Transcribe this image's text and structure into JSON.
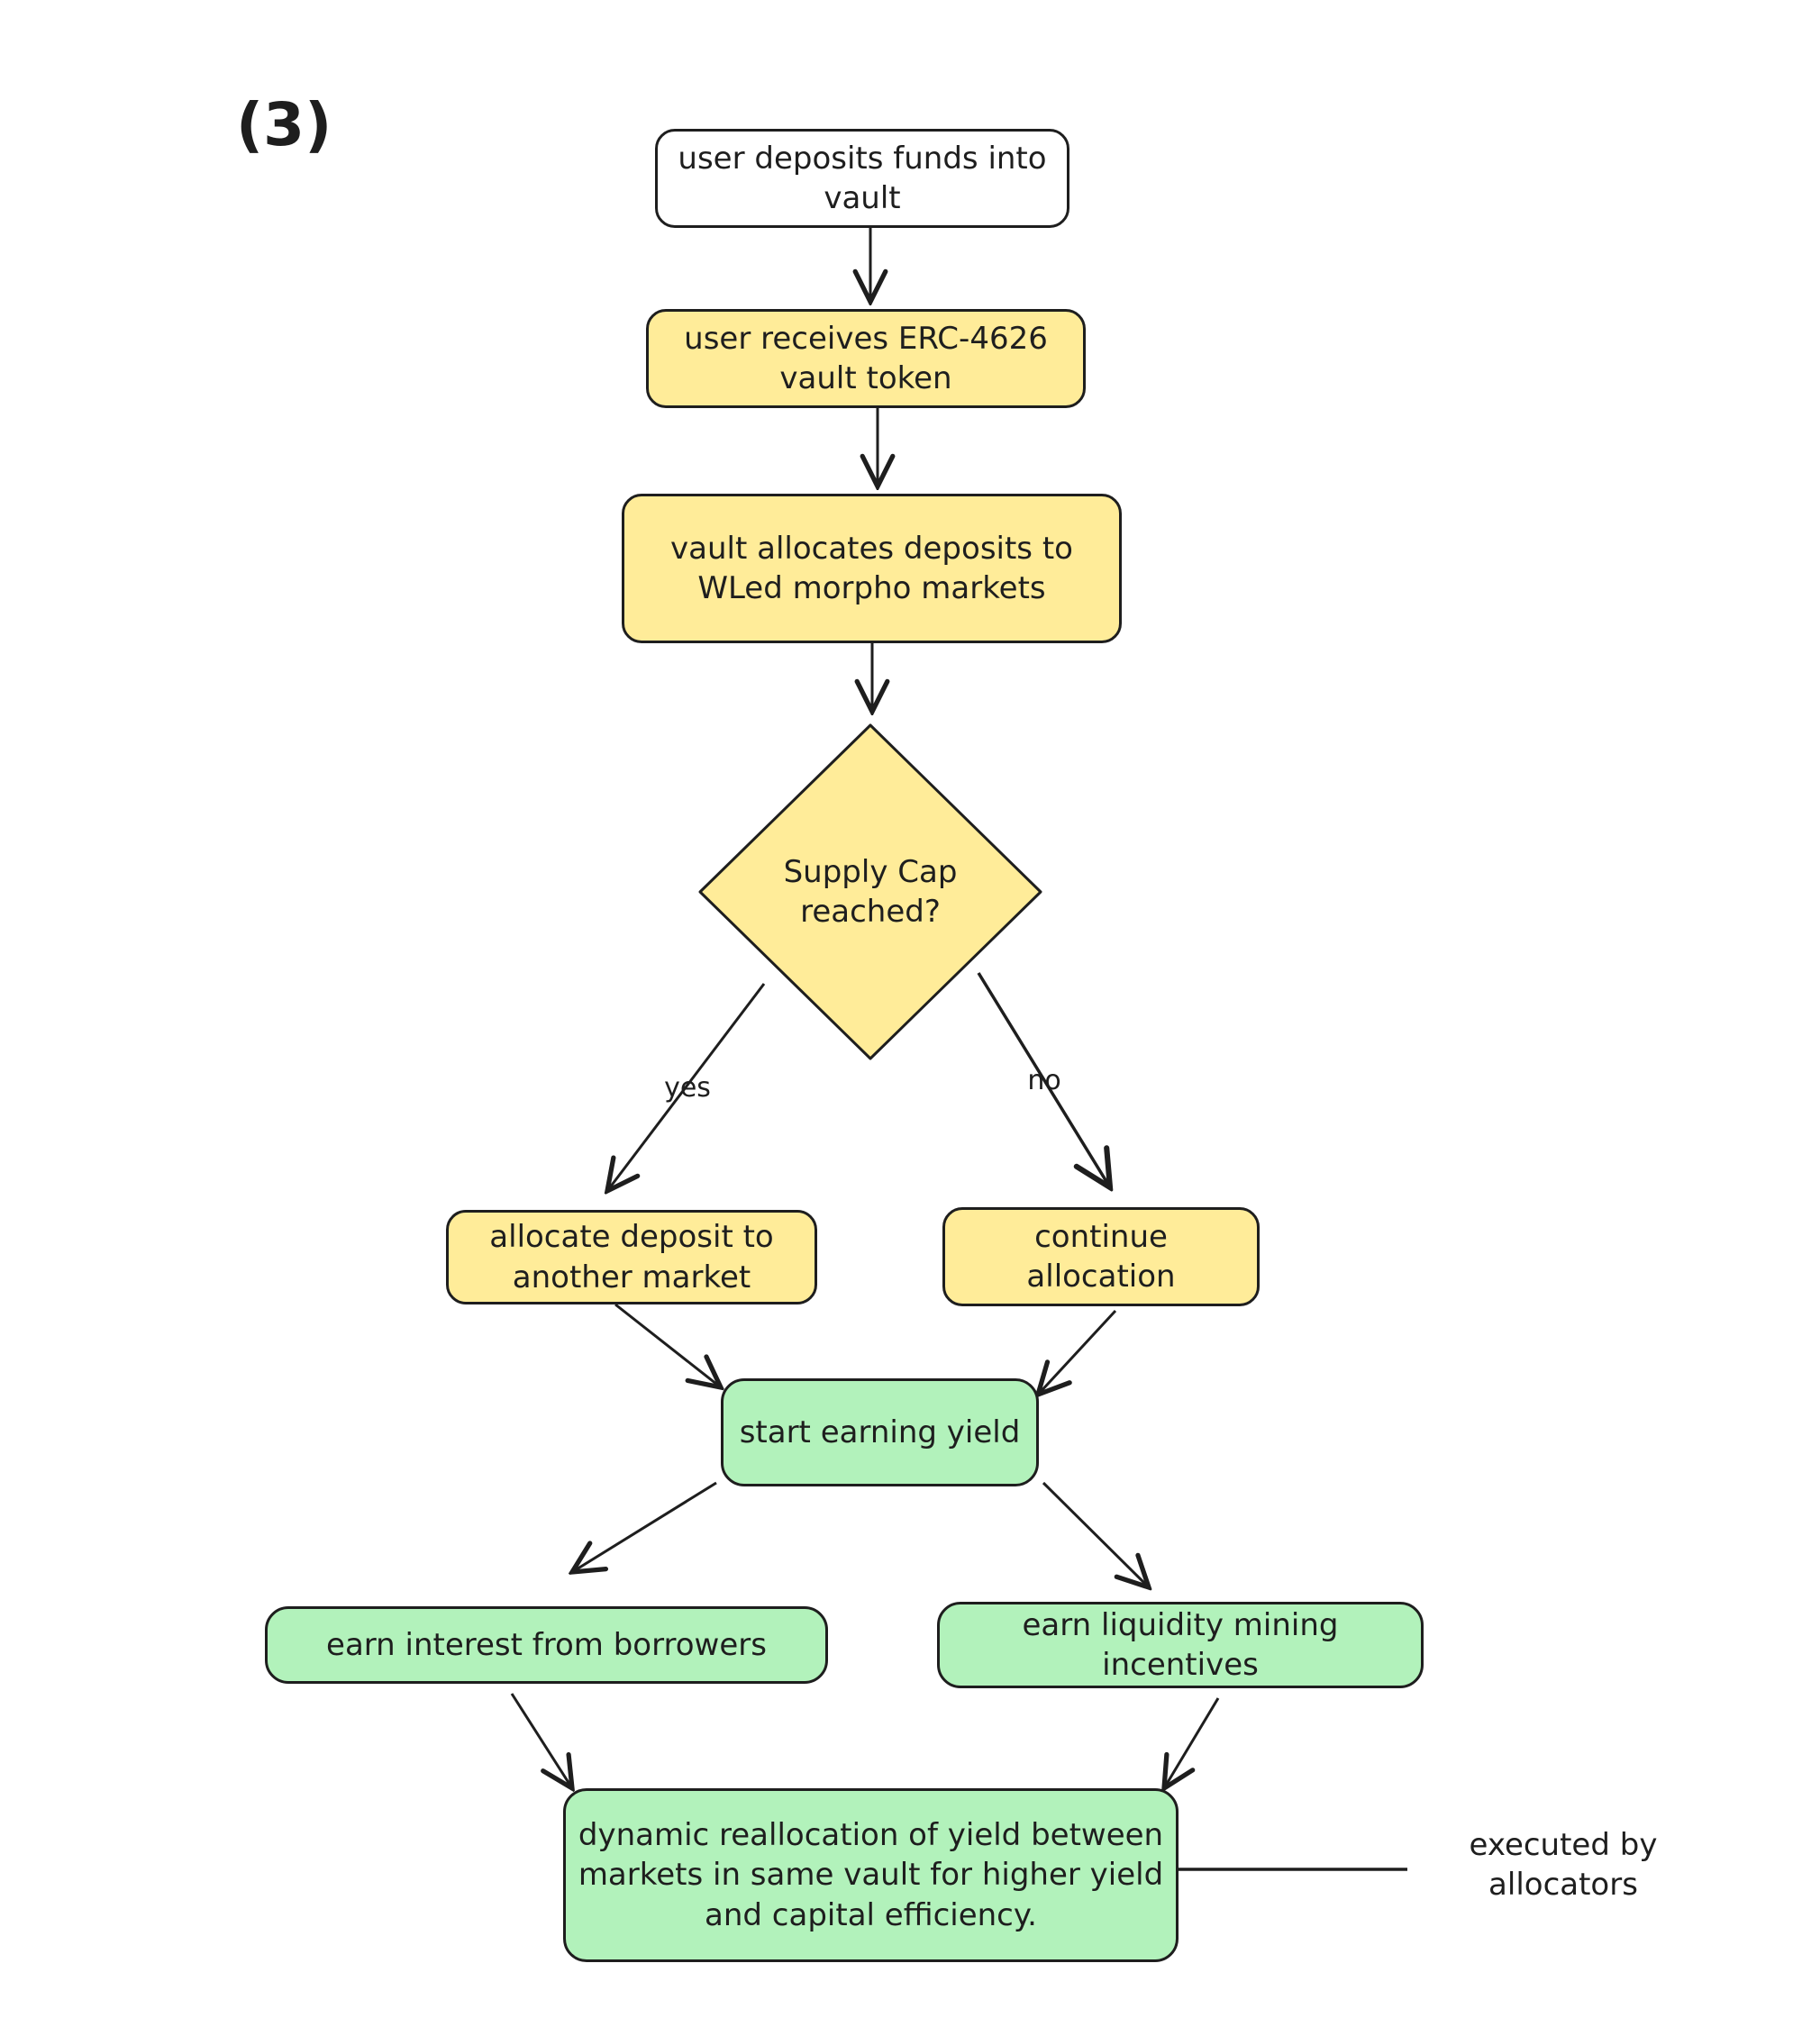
{
  "step_label": "(3)",
  "nodes": {
    "deposit": "user deposits funds into vault",
    "receive_token": "user receives ERC-4626 vault token",
    "allocate": "vault allocates deposits to WLed morpho markets",
    "supply_cap": "Supply Cap reached?",
    "other_market": "allocate deposit to another market",
    "continue": "continue allocation",
    "earn_yield": "start earning yield",
    "interest": "earn interest from borrowers",
    "incentives": "earn liquidity mining incentives",
    "reallocation": "dynamic reallocation of yield between markets in same vault for higher yield and capital efficiency."
  },
  "edge_labels": {
    "yes": "yes",
    "no": "no"
  },
  "annotation": "executed by allocators",
  "colors": {
    "stroke": "#1e1e1e",
    "yellow_fill": "#ffec99",
    "green_fill": "#b2f2bb",
    "white_fill": "#ffffff"
  }
}
